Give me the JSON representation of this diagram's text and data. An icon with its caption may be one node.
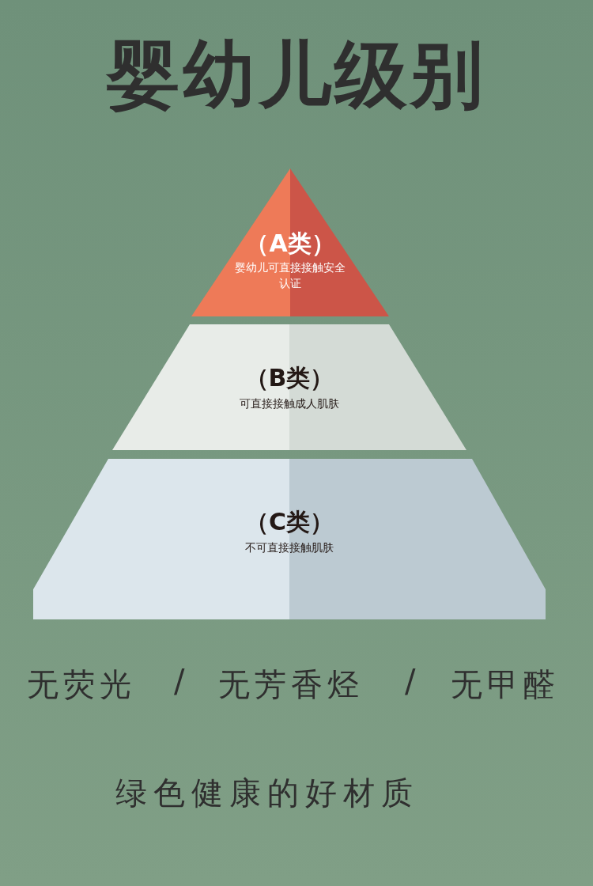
{
  "diagram": {
    "title": "婴幼儿级别",
    "nodes": [
      {
        "text": [
          "（A类）",
          "婴幼儿可直接接触安全认证"
        ]
      },
      {
        "text": [
          "（B类）",
          "可直接接触成人肌肤"
        ]
      },
      {
        "text": [
          "（C类）",
          "不可直接接触肌肤"
        ]
      }
    ],
    "labels": [
      "无荧光",
      "/",
      "无芳香烃",
      "/",
      "无甲醛",
      "绿色健康的好材质"
    ]
  }
}
